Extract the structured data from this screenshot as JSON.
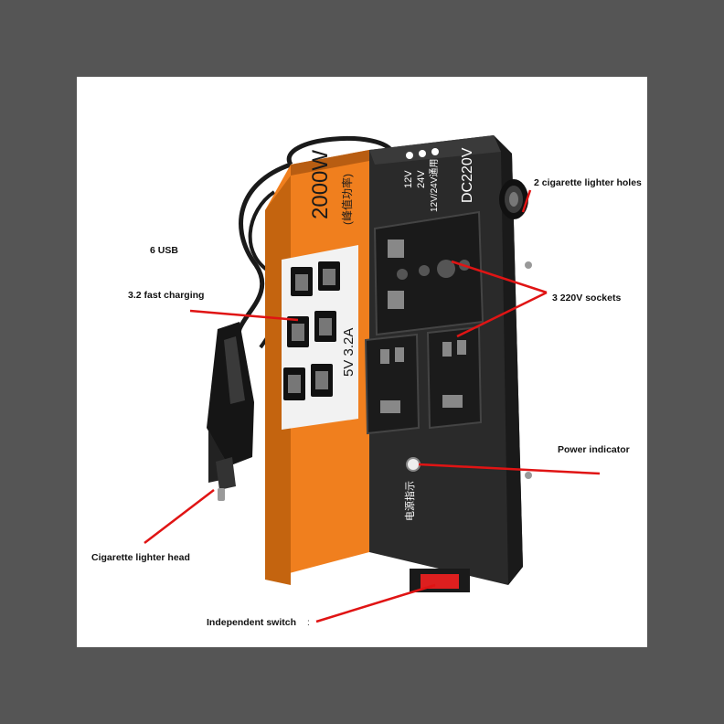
{
  "callouts": {
    "usb_count": "6 USB",
    "fast_charging": "3.2 fast charging",
    "lighter_head": "Cigarette lighter head",
    "switch": "Independent switch",
    "lighter_holes": "2 cigarette lighter holes",
    "sockets": "3 220V sockets",
    "power_indicator": "Power indicator"
  },
  "device": {
    "power_rating": "2000W",
    "power_note": "(峰值功率)",
    "usb_output": "5V 3.2A",
    "voltage_12": "12V",
    "voltage_24": "24V",
    "voltage_both": "12V/24V通用",
    "output": "DC220V",
    "indicator_text": "电源指示"
  },
  "colors": {
    "background": "#555555",
    "orange_panel": "#f07f1e",
    "black_body": "#2a2a2a",
    "callout_line": "#e01414"
  }
}
